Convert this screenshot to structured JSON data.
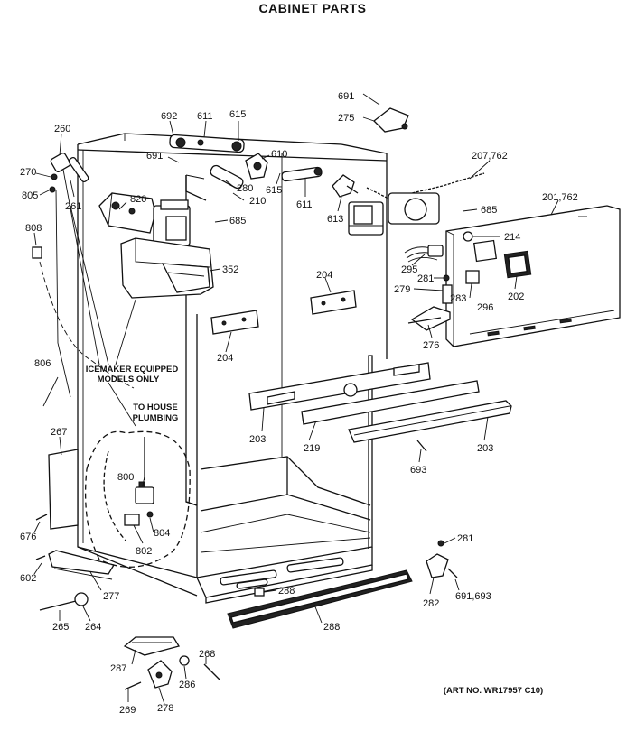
{
  "title": "CABINET PARTS",
  "art_number": "(ART NO. WR17957 C10)",
  "notes": {
    "icemaker_line1": "ICEMAKER EQUIPPED",
    "icemaker_line2": "MODELS ONLY",
    "plumbing_line1": "TO HOUSE",
    "plumbing_line2": "PLUMBING"
  },
  "labels": {
    "l260": "260",
    "l270": "270",
    "l805": "805",
    "l261": "261",
    "l808": "808",
    "l806": "806",
    "l267": "267",
    "l676": "676",
    "l602": "602",
    "l277": "277",
    "l265": "265",
    "l264": "264",
    "l287": "287",
    "l269": "269",
    "l278": "278",
    "l286": "286",
    "l268": "268",
    "l288a": "288",
    "l288b": "288",
    "l800": "800",
    "l804": "804",
    "l802": "802",
    "l820": "820",
    "l352": "352",
    "l685a": "685",
    "l692": "692",
    "l611a": "611",
    "l615a": "615",
    "l691a": "691",
    "l280": "280",
    "l210": "210",
    "l610": "610",
    "l615b": "615",
    "l611b": "611",
    "l613": "613",
    "l691b": "691",
    "l275": "275",
    "l207": "207,762",
    "l201": "201,762",
    "l685b": "685",
    "l214": "214",
    "l295": "295",
    "l281a": "281",
    "l279": "279",
    "l283": "283",
    "l296": "296",
    "l202": "202",
    "l276": "276",
    "l204a": "204",
    "l204b": "204",
    "l203a": "203",
    "l219": "219",
    "l203b": "203",
    "l693": "693",
    "l281b": "281",
    "l282": "282",
    "l691693": "691,693"
  }
}
